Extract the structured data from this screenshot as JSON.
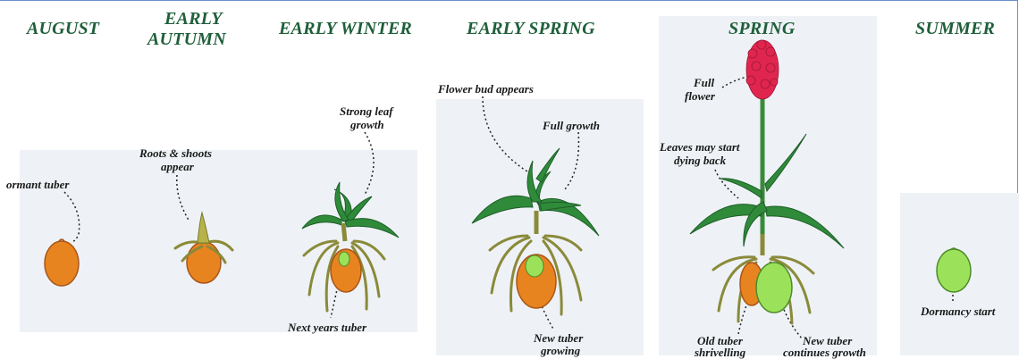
{
  "seasons": {
    "august": "AUGUST",
    "early_autumn_1": "EARLY",
    "early_autumn_2": "AUTUMN",
    "early_winter": "EARLY WINTER",
    "early_spring": "EARLY SPRING",
    "spring": "SPRING",
    "summer": "SUMMER"
  },
  "labels": {
    "dormant_tuber": "ormant tuber",
    "roots_shoots_1": "Roots & shoots",
    "roots_shoots_2": "appear",
    "strong_leaf_1": "Strong leaf",
    "strong_leaf_2": "growth",
    "next_years_tuber": "Next years tuber",
    "flower_bud": "Flower bud appears",
    "full_growth": "Full growth",
    "new_tuber_growing_1": "New tuber",
    "new_tuber_growing_2": "growing",
    "full_flower_1": "Full",
    "full_flower_2": "flower",
    "leaves_dying_1": "Leaves may start",
    "leaves_dying_2": "dying back",
    "old_tuber_1": "Old tuber",
    "old_tuber_2": "shrivelling",
    "new_tuber_cont_1": "New tuber",
    "new_tuber_cont_2": "continues growth",
    "dormancy_starts": "Dormancy start"
  },
  "colors": {
    "title_green": "#1f5f3a",
    "panel": "#eef2f6",
    "tuber_orange": "#e8841f",
    "tuber_green": "#9be25a",
    "leaf_green": "#2f8a3a",
    "stem_olive": "#8a8a3a",
    "flower_red": "#e0264e"
  }
}
